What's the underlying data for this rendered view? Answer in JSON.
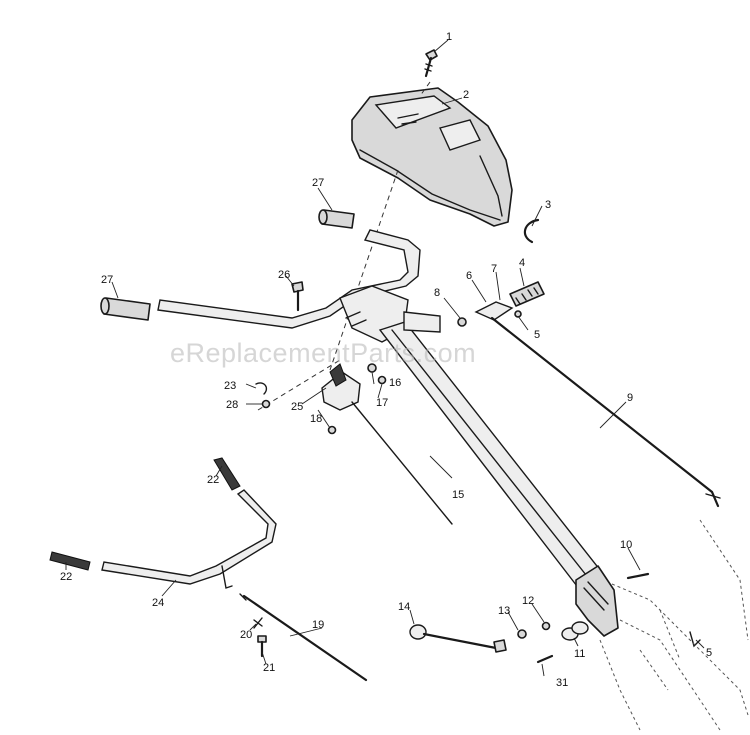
{
  "watermark": "eReplacementParts.com",
  "callouts": {
    "c1": "1",
    "c2": "2",
    "c3": "3",
    "c4": "4",
    "c5a": "5",
    "c5b": "5",
    "c6": "6",
    "c7": "7",
    "c8": "8",
    "c9": "9",
    "c10": "10",
    "c11": "11",
    "c12": "12",
    "c13": "13",
    "c14": "14",
    "c15": "15",
    "c16": "16",
    "c17": "17",
    "c18": "18",
    "c19": "19",
    "c20": "20",
    "c21": "21",
    "c22a": "22",
    "c22b": "22",
    "c23": "23",
    "c24": "24",
    "c25": "25",
    "c26": "26",
    "c27a": "27",
    "c27b": "27",
    "c28": "28",
    "c31": "31"
  }
}
